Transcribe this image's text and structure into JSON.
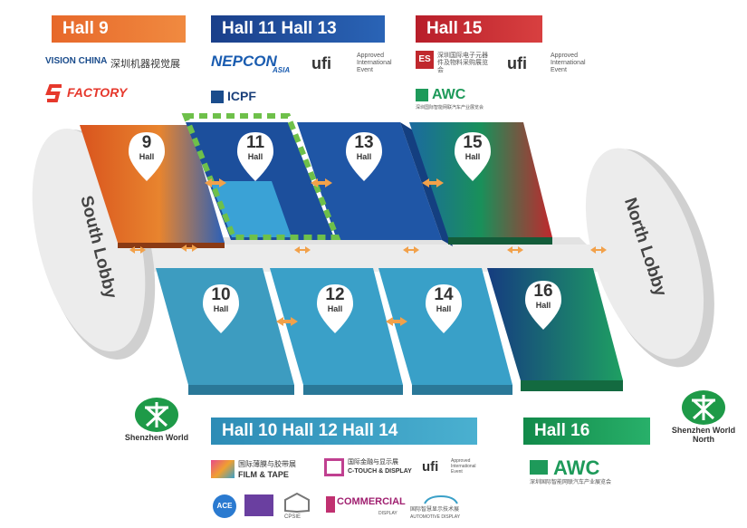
{
  "banners": {
    "hall9": "Hall 9",
    "hall11_13": "Hall 11 Hall 13",
    "hall15": "Hall 15",
    "hall10_12_14": "Hall 10  Hall 12 Hall 14",
    "hall16": "Hall 16"
  },
  "halls": [
    {
      "num": "9",
      "label": "Hall"
    },
    {
      "num": "11",
      "label": "Hall"
    },
    {
      "num": "13",
      "label": "Hall"
    },
    {
      "num": "15",
      "label": "Hall"
    },
    {
      "num": "10",
      "label": "Hall"
    },
    {
      "num": "12",
      "label": "Hall"
    },
    {
      "num": "14",
      "label": "Hall"
    },
    {
      "num": "16",
      "label": "Hall"
    }
  ],
  "lobbies": {
    "south": "South Lobby",
    "north": "North Lobby"
  },
  "stations": {
    "left": {
      "line1": "Shenzhen World",
      "line2": ""
    },
    "right": {
      "line1": "Shenzhen World",
      "line2": "North"
    }
  },
  "logos": {
    "vision_china": "VISION CHINA",
    "vision_china_cn": "深圳机器视觉展",
    "factory": "FACTORY",
    "nepcon": "NEPCON",
    "nepcon_sub": "ASIA",
    "ufi": "ufi",
    "ufi_note": "Approved International Event",
    "icpf": "ICPF",
    "es_show": "ES",
    "es_cn": "深圳国际电子元器件及物料采购展览会",
    "awc": "AWC",
    "awc_cn": "深圳国际智能网联汽车产业展览会",
    "film_cn": "国际薄膜与胶带展",
    "film": "FILM & TAPE",
    "ctouch_cn": "国际金融与显示展",
    "ctouch": "C-TOUCH & DISPLAY",
    "commercial": "COMMERCIAL",
    "commercial_sub": "DISPLAY",
    "automotive_cn": "国际智慧显示技术展",
    "automotive": "AUTOMOTIVE DISPLAY",
    "ace": "ACE",
    "cpsie": "CPSIE"
  },
  "colors": {
    "hall9": "#e8692a",
    "hall11_13": "#1c4f9c",
    "hall15": "#c0282d",
    "hall10_12_14": "#3aa0c4",
    "hall16": "#1e9a5a",
    "arrow": "#f2a14a",
    "lobby": "#dcdcdc"
  }
}
